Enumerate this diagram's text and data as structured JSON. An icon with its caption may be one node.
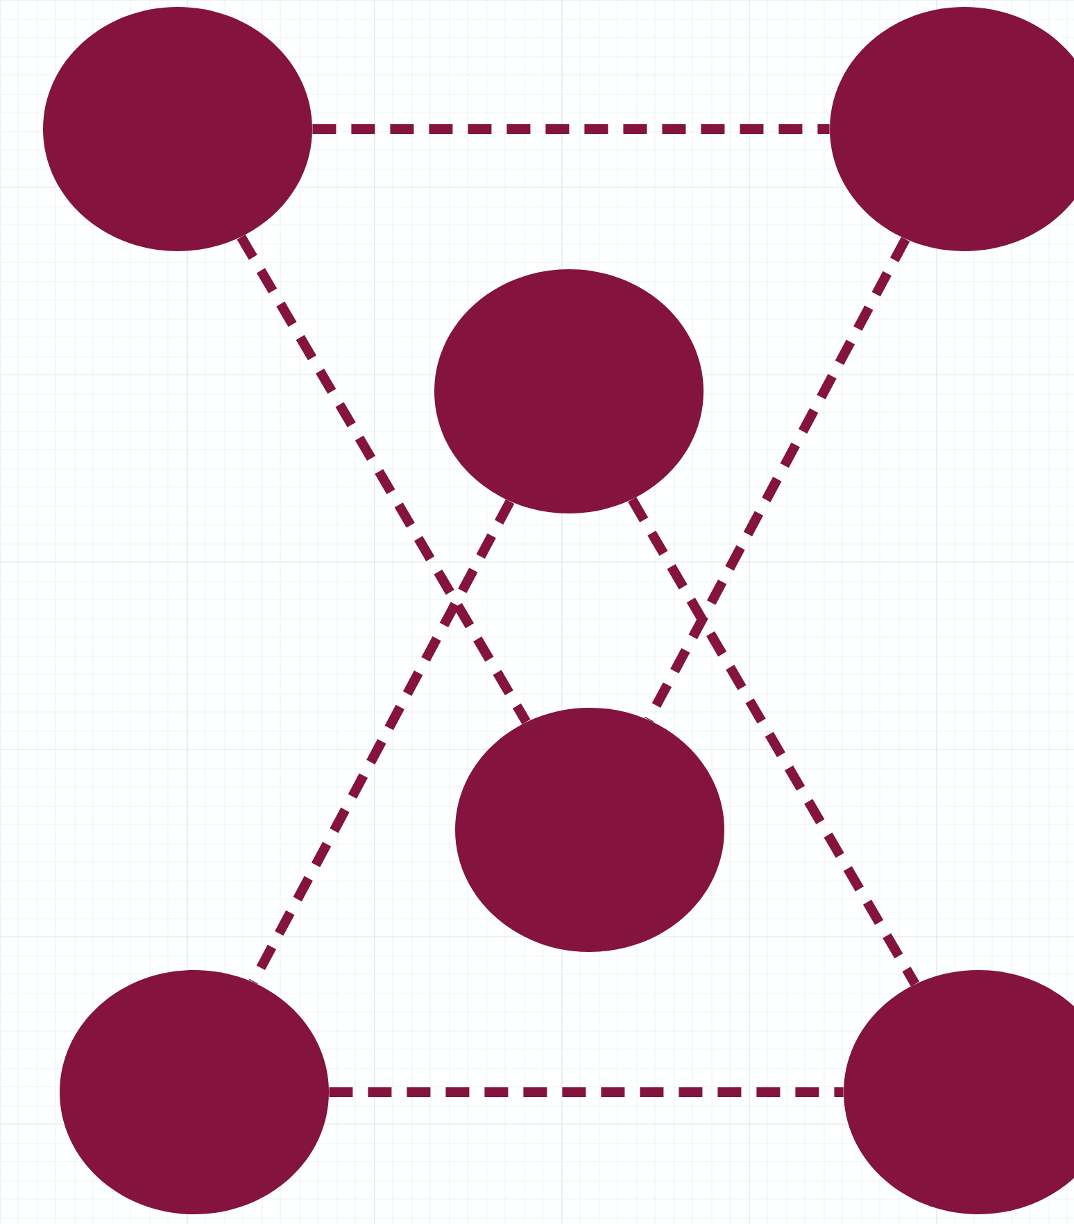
{
  "diagram": {
    "nodes": [
      {
        "text": [],
        "shape": "circle"
      },
      {
        "text": [],
        "shape": "circle"
      },
      {
        "text": [],
        "shape": "circle"
      },
      {
        "text": [],
        "shape": "circle"
      },
      {
        "text": [],
        "shape": "circle"
      },
      {
        "text": [],
        "shape": "circle"
      }
    ],
    "edges": [
      {
        "from": 0,
        "to": 1,
        "arrow": "none",
        "style": "dashed"
      },
      {
        "from": 0,
        "to": 3,
        "arrow": "none",
        "style": "dashed"
      },
      {
        "from": 1,
        "to": 3,
        "arrow": "none",
        "style": "dashed"
      },
      {
        "from": 2,
        "to": 4,
        "arrow": "none",
        "style": "dashed"
      },
      {
        "from": 2,
        "to": 5,
        "arrow": "none",
        "style": "dashed"
      },
      {
        "from": 4,
        "to": 5,
        "arrow": "none",
        "style": "dashed"
      }
    ]
  }
}
